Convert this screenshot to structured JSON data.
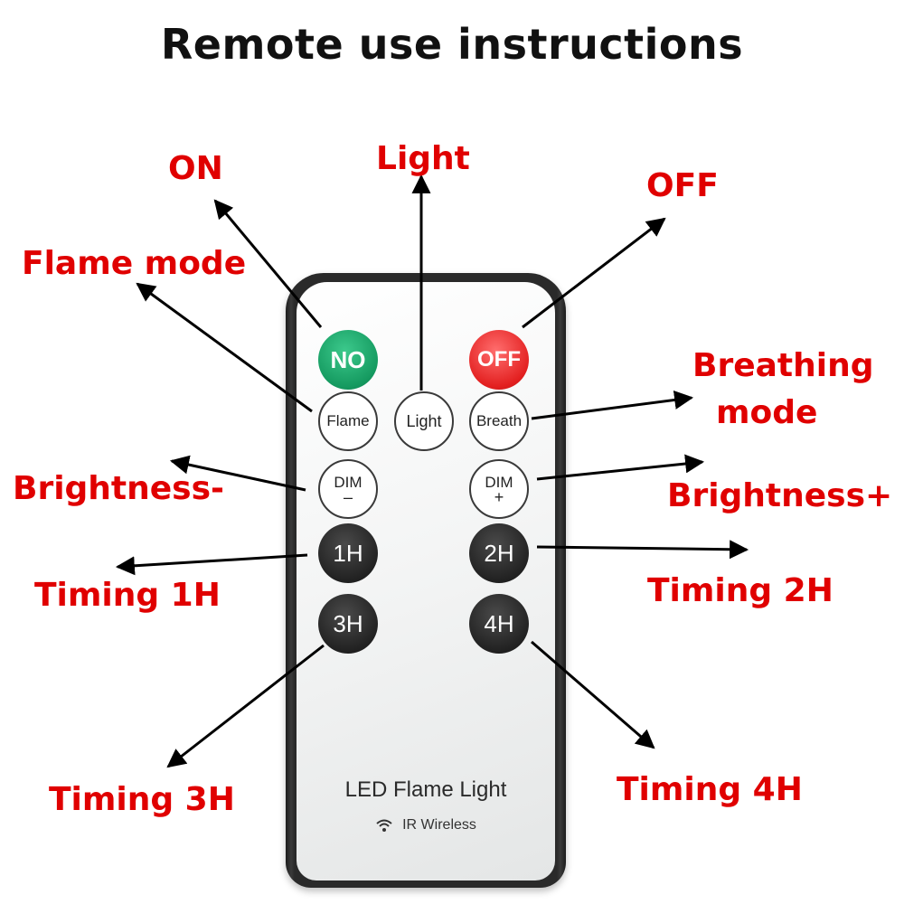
{
  "title": "Remote use instructions",
  "labels": {
    "on": "ON",
    "light": "Light",
    "off": "OFF",
    "flame_mode": "Flame mode",
    "breathing_mode_1": "Breathing",
    "breathing_mode_2": "mode",
    "brightness_minus": "Brightness-",
    "brightness_plus": "Brightness+",
    "timing_1h": "Timing 1H",
    "timing_2h": "Timing 2H",
    "timing_3h": "Timing 3H",
    "timing_4h": "Timing 4H"
  },
  "remote": {
    "buttons": {
      "on": "NO",
      "off": "OFF",
      "flame": "Flame",
      "light": "Light",
      "breath": "Breath",
      "dim_minus_top": "DIM",
      "dim_minus_bottom": "–",
      "dim_plus_top": "DIM",
      "dim_plus_bottom": "+",
      "h1": "1H",
      "h2": "2H",
      "h3": "3H",
      "h4": "4H"
    },
    "brand": "LED Flame Light",
    "wireless": "IR Wireless"
  },
  "colors": {
    "label_red": "#e00000",
    "on_green": "#159a60",
    "off_red": "#e32020",
    "remote_body": "#2a2a2a"
  },
  "icons": {
    "wireless": "wifi-signal-icon"
  }
}
